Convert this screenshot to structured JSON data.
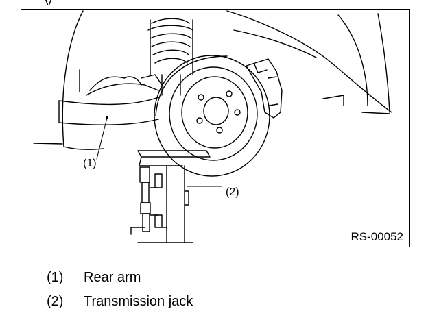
{
  "top_fragment": "y",
  "figure": {
    "id": "RS-00052",
    "callouts": [
      {
        "num": "(1)"
      },
      {
        "num": "(2)"
      }
    ]
  },
  "legend": [
    {
      "num": "(1)",
      "label": "Rear arm"
    },
    {
      "num": "(2)",
      "label": "Transmission jack"
    }
  ]
}
